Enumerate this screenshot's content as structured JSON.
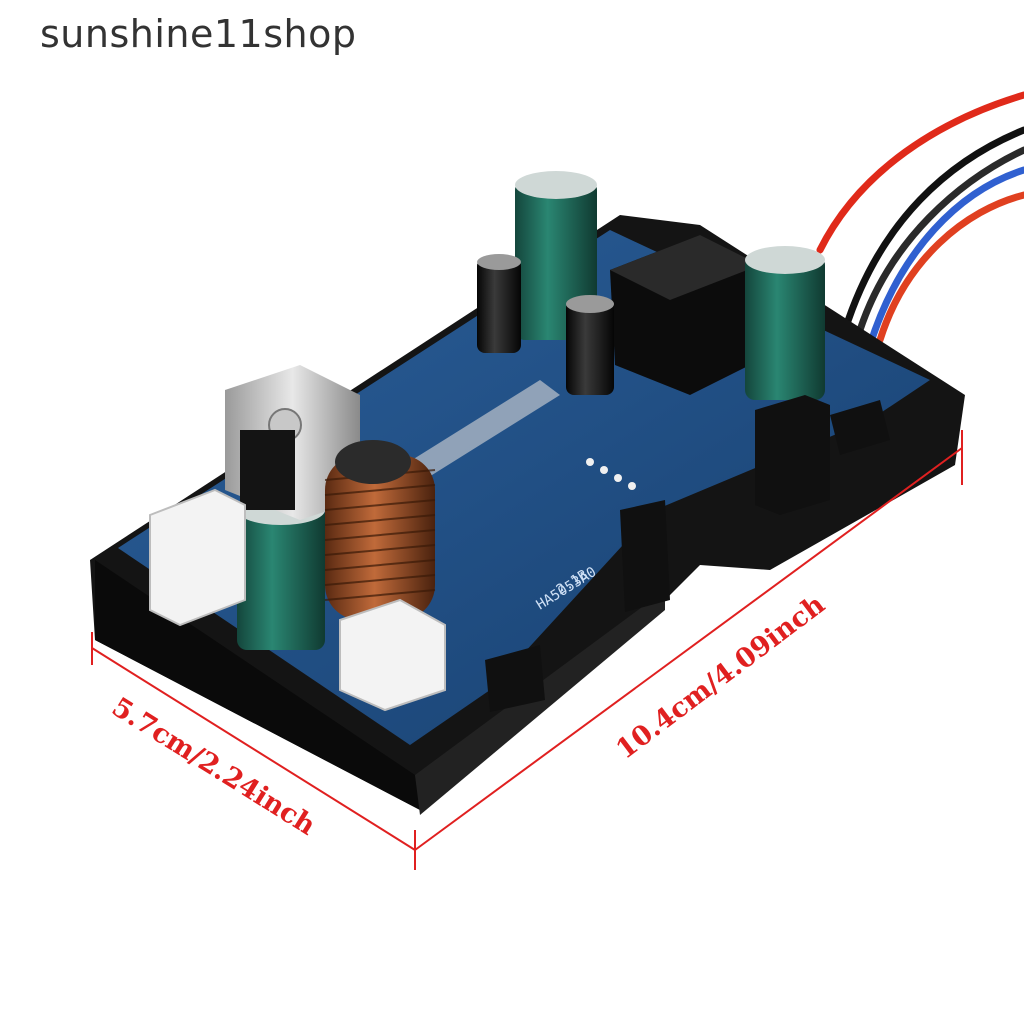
{
  "watermark": {
    "text": "sunshine11shop"
  },
  "product": {
    "image_description_icon": "pcb-controller-board-icon",
    "board_silk_text": "HA5053A0",
    "board_version_text": "2.1B"
  },
  "dimensions": {
    "width_label": "5.7cm/2.24inch",
    "length_label": "10.4cm/4.09inch",
    "line_color": "#e02020"
  },
  "colors": {
    "pcb_blue": "#1f4f86",
    "case_black": "#1a1a1a",
    "capacitor_green": "#1f6a5a",
    "coil_copper": "#a0522d"
  }
}
